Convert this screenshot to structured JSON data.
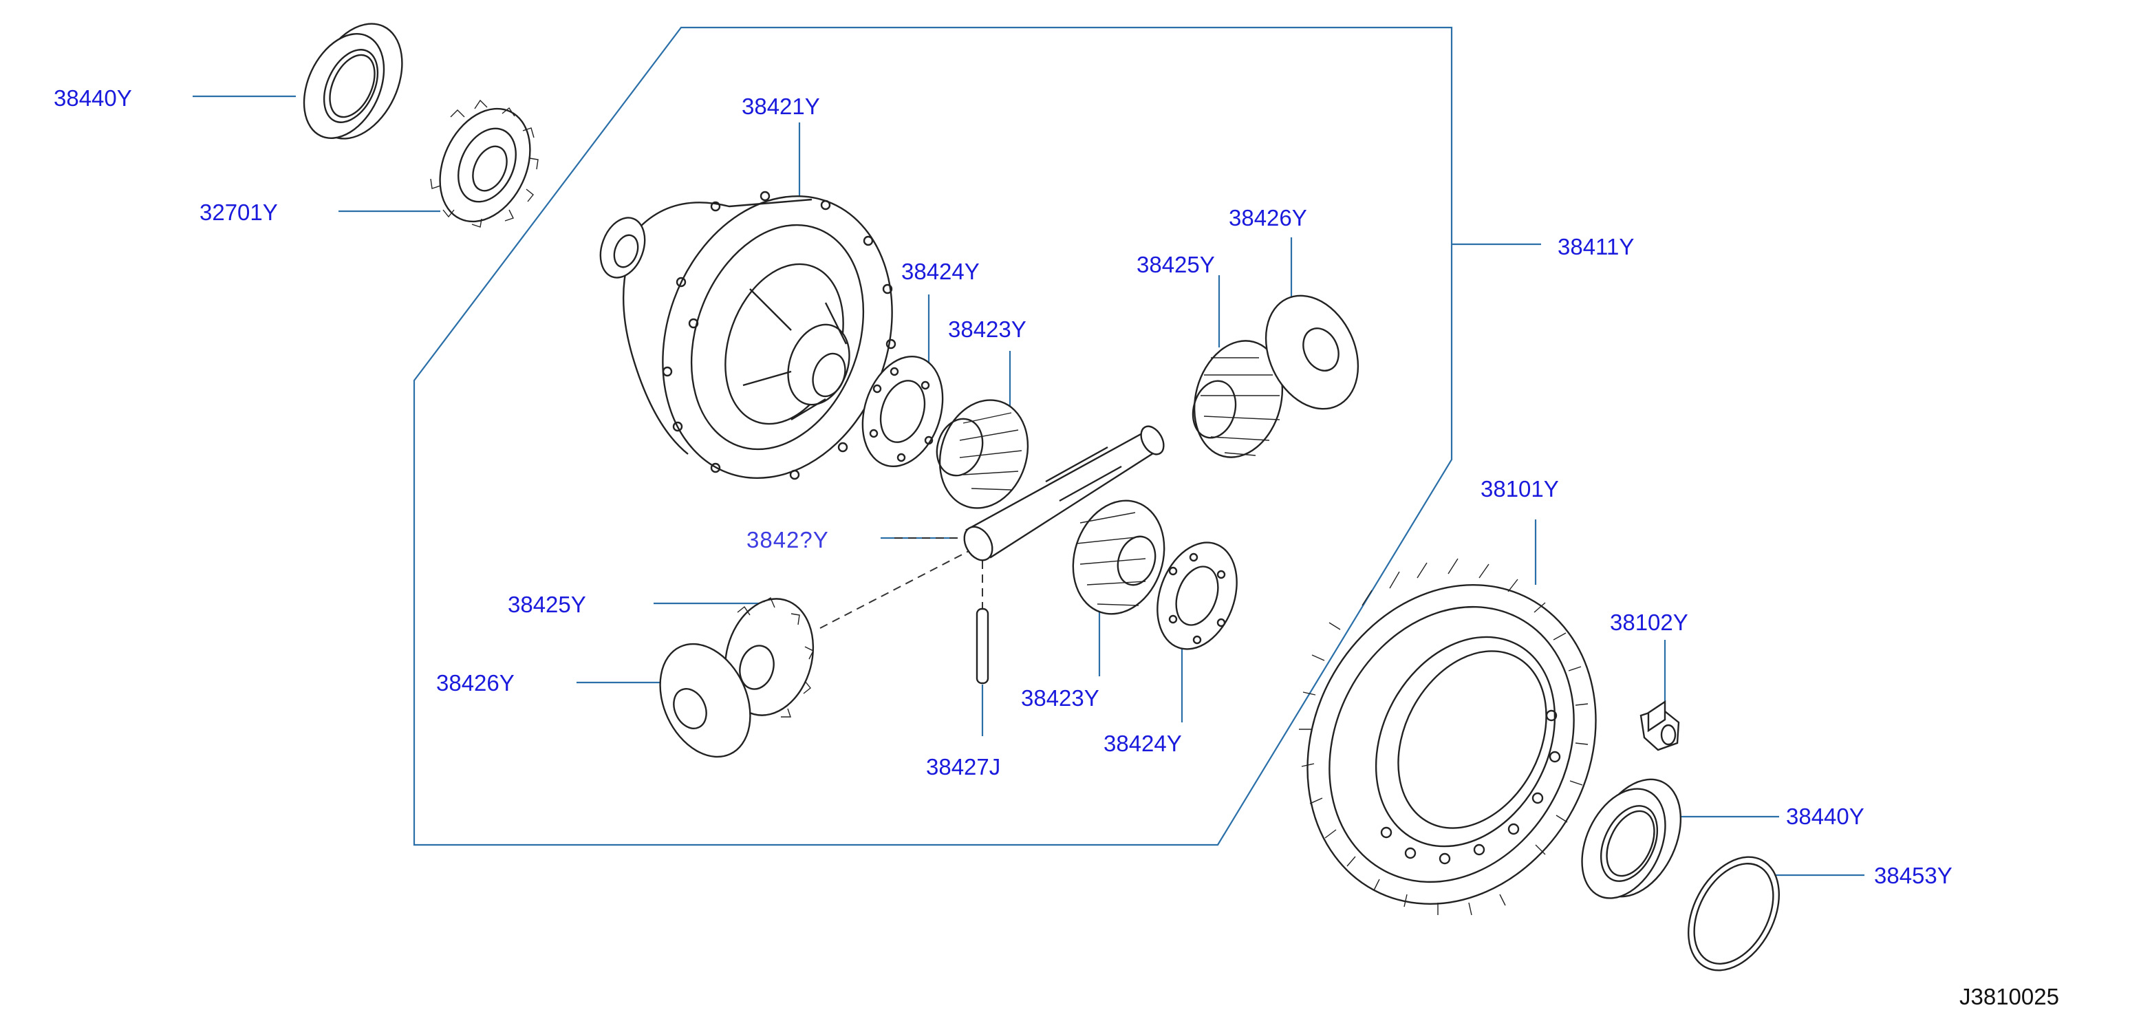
{
  "diagram": {
    "code": "J3810025",
    "labels": {
      "l_38440Y_top": "38440Y",
      "l_32701Y": "32701Y",
      "l_38421Y": "38421Y",
      "l_38426Y_right": "38426Y",
      "l_38411Y": "38411Y",
      "l_38425Y_right": "38425Y",
      "l_38424Y_top": "38424Y",
      "l_38423Y_top": "38423Y",
      "l_38101Y": "38101Y",
      "l_38427Y_partial": "3842?Y",
      "l_38425Y_left": "38425Y",
      "l_38426Y_left": "38426Y",
      "l_38102Y": "38102Y",
      "l_38423Y_bottom": "38423Y",
      "l_38424Y_bottom": "38424Y",
      "l_38427J": "38427J",
      "l_38440Y_bottom": "38440Y",
      "l_38453Y": "38453Y"
    },
    "colors": {
      "label": "#1a1adc",
      "leader": "#2a6fa8",
      "part_outline": "#222222",
      "code": "#111111"
    }
  }
}
